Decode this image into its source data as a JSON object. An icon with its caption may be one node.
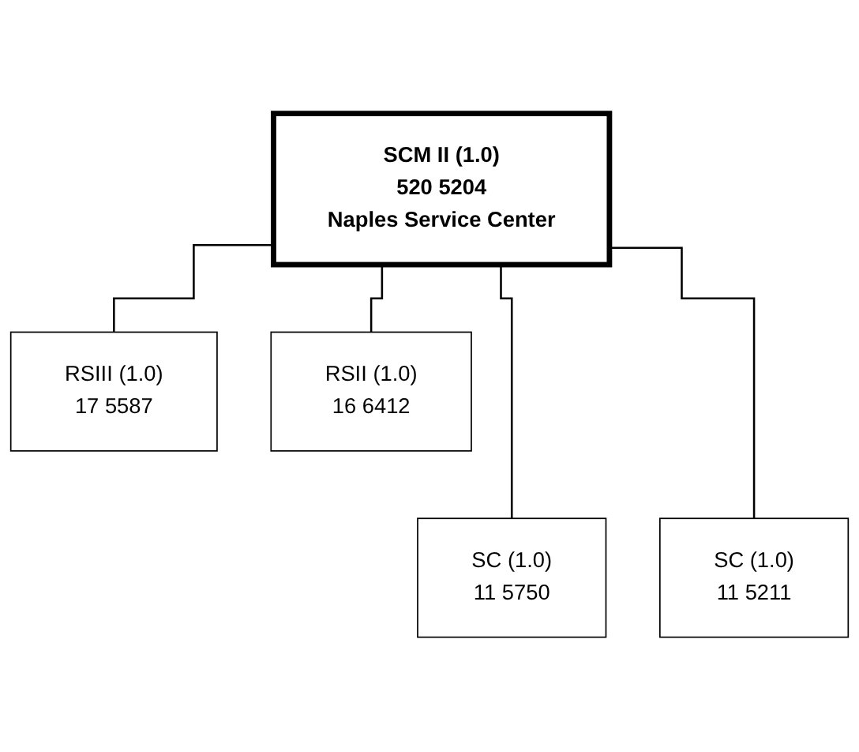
{
  "diagram": {
    "nodes": [
      {
        "text": [
          "SCM II (1.0)",
          "520 5204",
          "Naples Service Center"
        ]
      },
      {
        "text": [
          "RSIII (1.0)",
          "17 5587"
        ]
      },
      {
        "text": [
          "RSII (1.0)",
          "16 6412"
        ]
      },
      {
        "text": [
          "SC (1.0)",
          "11 5750"
        ]
      },
      {
        "text": [
          "SC (1.0)",
          "11 5211"
        ]
      }
    ],
    "edges": [
      {
        "from": 0,
        "to": 1,
        "arrow": "none"
      },
      {
        "from": 0,
        "to": 2,
        "arrow": "none"
      },
      {
        "from": 0,
        "to": 3,
        "arrow": "none"
      },
      {
        "from": 0,
        "to": 4,
        "arrow": "none"
      }
    ]
  }
}
